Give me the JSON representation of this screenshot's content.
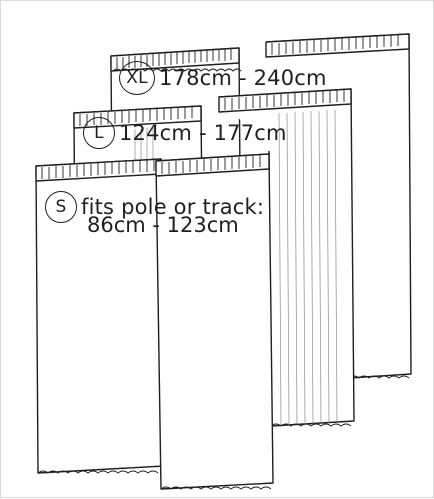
{
  "sizes": [
    {
      "badge": "XL",
      "range": "178cm - 240cm"
    },
    {
      "badge": "L",
      "range": "124cm - 177cm"
    },
    {
      "badge": "S",
      "range": "fits pole or track:",
      "range_line2": "86cm - 123cm"
    }
  ],
  "colors": {
    "ink": "#1f1f1f",
    "frame": "#d9d9d9",
    "background": "#ffffff"
  }
}
